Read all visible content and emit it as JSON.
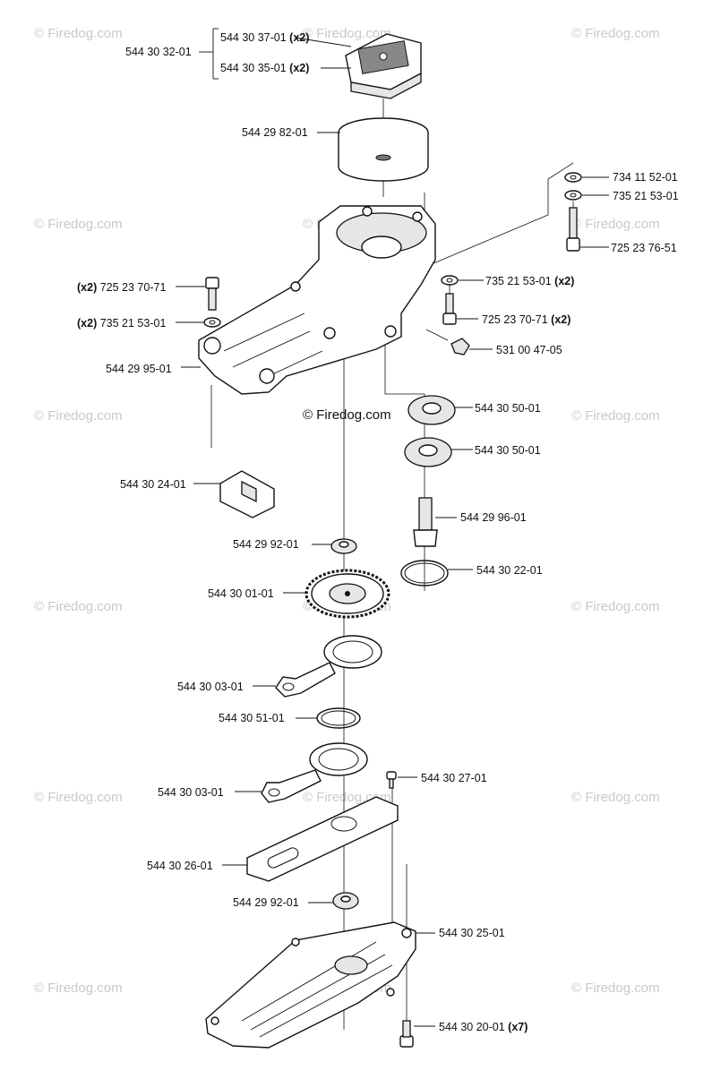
{
  "diagram": {
    "parts": [
      {
        "id": "p1",
        "number": "544 30 32-01",
        "qty": ""
      },
      {
        "id": "p2",
        "number": "544 30 37-01",
        "qty": "(x2)"
      },
      {
        "id": "p3",
        "number": "544 30 35-01",
        "qty": "(x2)"
      },
      {
        "id": "p4",
        "number": "544 29 82-01",
        "qty": ""
      },
      {
        "id": "p5",
        "number": "734 11 52-01",
        "qty": ""
      },
      {
        "id": "p6",
        "number": "735 21 53-01",
        "qty": ""
      },
      {
        "id": "p7",
        "number": "725 23 76-51",
        "qty": ""
      },
      {
        "id": "p8",
        "number": "725 23 70-71",
        "qty": "(x2)",
        "qty_first": true
      },
      {
        "id": "p9",
        "number": "735 21 53-01",
        "qty": "(x2)"
      },
      {
        "id": "p10",
        "number": "735 21 53-01",
        "qty": "(x2)",
        "qty_first": true
      },
      {
        "id": "p11",
        "number": "725 23 70-71",
        "qty": "(x2)"
      },
      {
        "id": "p12",
        "number": "531 00 47-05",
        "qty": ""
      },
      {
        "id": "p13",
        "number": "544 29 95-01",
        "qty": ""
      },
      {
        "id": "p14",
        "number": "544 30 50-01",
        "qty": ""
      },
      {
        "id": "p15",
        "number": "544 30 50-01",
        "qty": ""
      },
      {
        "id": "p16",
        "number": "544 30 24-01",
        "qty": ""
      },
      {
        "id": "p17",
        "number": "544 29 96-01",
        "qty": ""
      },
      {
        "id": "p18",
        "number": "544 29 92-01",
        "qty": ""
      },
      {
        "id": "p19",
        "number": "544 30 22-01",
        "qty": ""
      },
      {
        "id": "p20",
        "number": "544 30 01-01",
        "qty": ""
      },
      {
        "id": "p21",
        "number": "544 30 03-01",
        "qty": ""
      },
      {
        "id": "p22",
        "number": "544 30 51-01",
        "qty": ""
      },
      {
        "id": "p23",
        "number": "544 30 27-01",
        "qty": ""
      },
      {
        "id": "p24",
        "number": "544 30 03-01",
        "qty": ""
      },
      {
        "id": "p25",
        "number": "544 30 26-01",
        "qty": ""
      },
      {
        "id": "p26",
        "number": "544 29 92-01",
        "qty": ""
      },
      {
        "id": "p27",
        "number": "544 30 25-01",
        "qty": ""
      },
      {
        "id": "p28",
        "number": "544 30 20-01",
        "qty": "(x7)"
      }
    ],
    "watermark": "© Firedog.com",
    "center_watermark": "© Firedog.com"
  }
}
